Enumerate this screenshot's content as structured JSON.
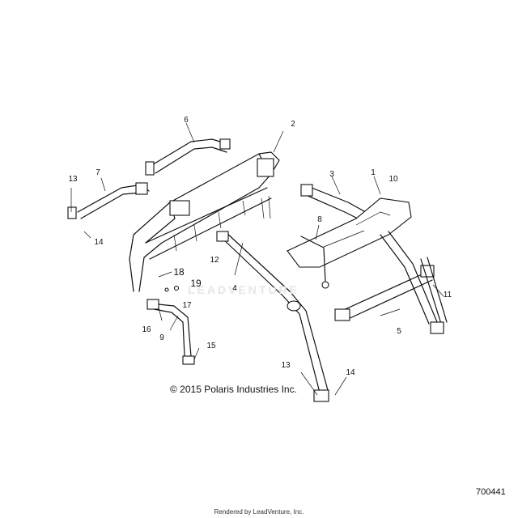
{
  "callouts": {
    "c1": "1",
    "c2": "2",
    "c3": "3",
    "c4": "4",
    "c5": "5",
    "c6": "6",
    "c7": "7",
    "c8": "8",
    "c9": "9",
    "c10": "10",
    "c11": "11",
    "c12": "12",
    "c13a": "13",
    "c13b": "13",
    "c14a": "14",
    "c14b": "14",
    "c15": "15",
    "c16": "16",
    "c17": "17",
    "c18": "18",
    "c19": "19"
  },
  "copyright": "© 2015 Polaris Industries Inc.",
  "diagram_id": "700441",
  "footer": "Rendered by LeadVenture, Inc.",
  "watermark": "LEADVENTURE"
}
